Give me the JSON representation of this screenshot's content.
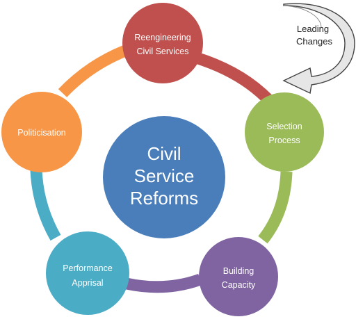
{
  "center": {
    "lines": [
      "Civil",
      "Service",
      "Reforms"
    ],
    "color": "#4A7EBB"
  },
  "nodes": [
    {
      "lines": [
        "Reengineering",
        "Civil Services"
      ],
      "color": "#C0504D"
    },
    {
      "lines": [
        "Selection",
        "Process"
      ],
      "color": "#9BBB59"
    },
    {
      "lines": [
        "Building",
        "Capacity"
      ],
      "color": "#8064A2"
    },
    {
      "lines": [
        "Performance",
        "Apprisal"
      ],
      "color": "#4BACC6"
    },
    {
      "lines": [
        "Politicisation"
      ],
      "color": "#F79646"
    }
  ],
  "connector_colors": [
    "#C0504D",
    "#9BBB59",
    "#8064A2",
    "#4BACC6",
    "#F79646"
  ],
  "curved_arrow": {
    "lines": [
      "Leading",
      "Changes"
    ],
    "icon": "curved-arrow-icon"
  }
}
